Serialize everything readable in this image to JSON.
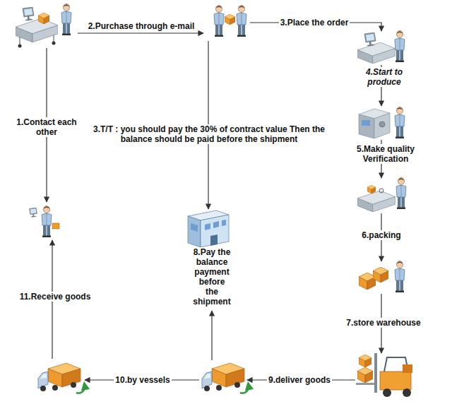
{
  "diagram": {
    "labels": [
      "1.Contact each other",
      "2.Purchase through e-mail",
      "3.Place the order",
      "3.T/T : you should pay the 30% of contract value Then the balance should be paid before the shipment",
      "4.Start to produce",
      "5.Make quality Verification",
      "6.packing",
      "7.store warehouse",
      "8.Pay the balance payment before the shipment",
      "9.deliver goods",
      "10.by vessels",
      "11.Receive goods"
    ]
  }
}
